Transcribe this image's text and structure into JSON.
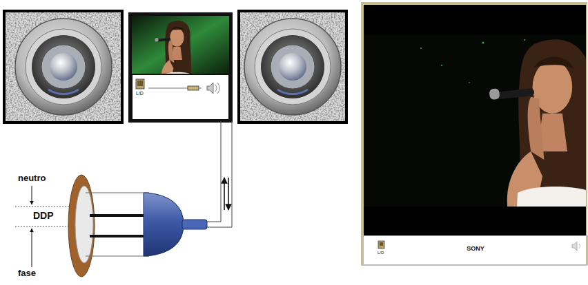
{
  "diagram": {
    "nodes": [
      {
        "text": [
          "L/D"
        ]
      },
      {
        "text": [
          "L/D",
          "SONY"
        ]
      }
    ],
    "labels": [
      "neutro",
      "DDP",
      "fase"
    ]
  }
}
